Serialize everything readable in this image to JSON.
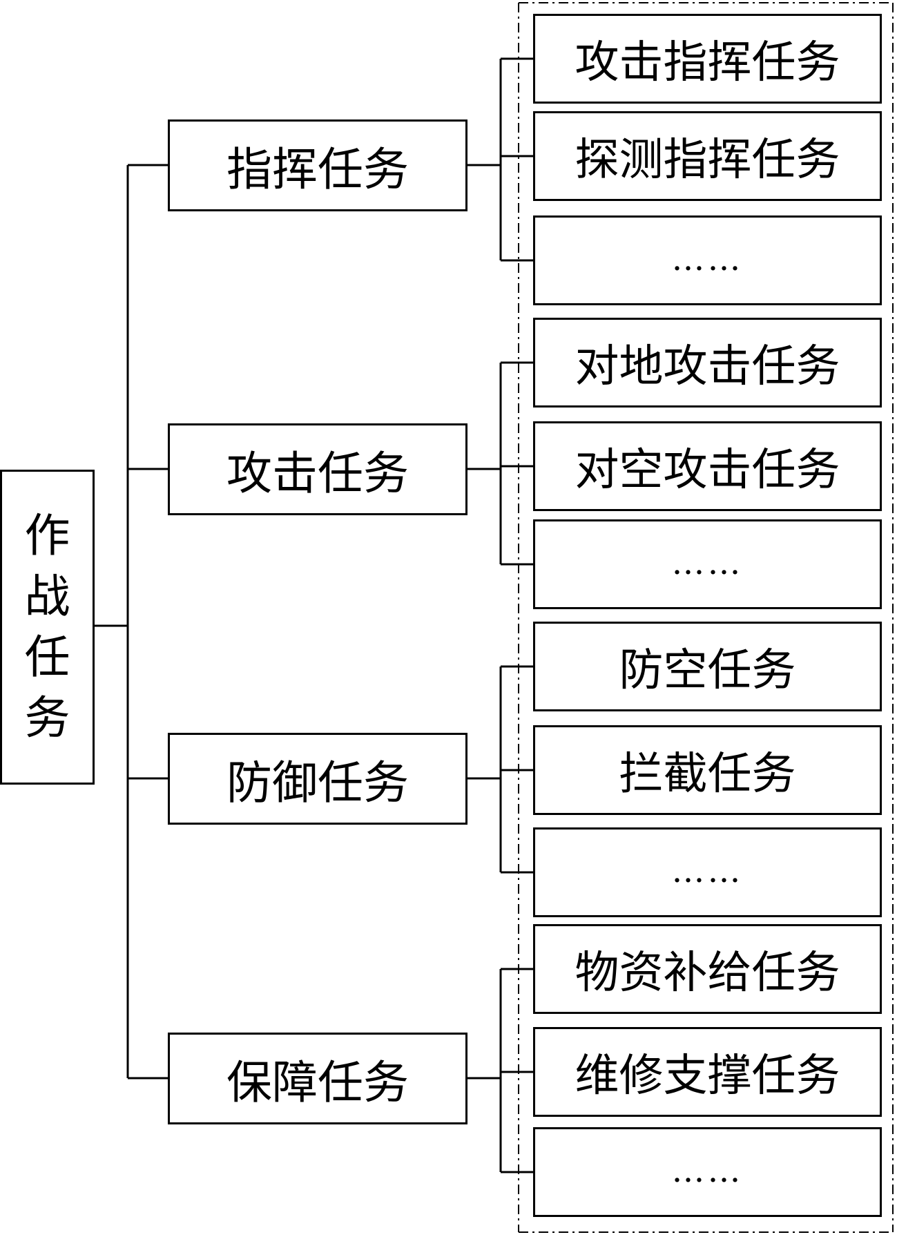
{
  "root": {
    "label": "作战任务"
  },
  "groups": [
    {
      "label": "指挥任务",
      "children": [
        "攻击指挥任务",
        "探测指挥任务",
        "……"
      ]
    },
    {
      "label": "攻击任务",
      "children": [
        "对地攻击任务",
        "对空攻击任务",
        "……"
      ]
    },
    {
      "label": "防御任务",
      "children": [
        "防空任务",
        "拦截任务",
        "……"
      ]
    },
    {
      "label": "保障任务",
      "children": [
        "物资补给任务",
        "维修支撑任务",
        "……"
      ]
    }
  ]
}
